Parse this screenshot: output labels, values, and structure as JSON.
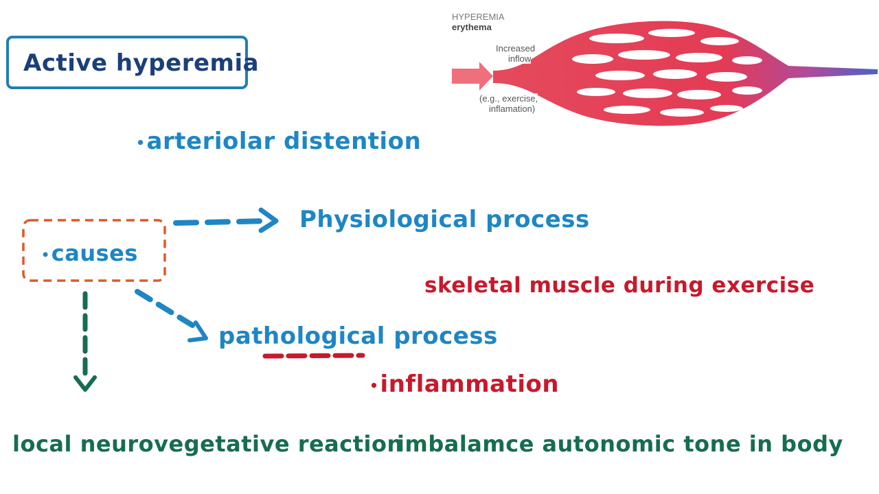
{
  "title": "Active hyperemia",
  "points": {
    "arteriolar": "arteriolar distention",
    "causes": "causes",
    "physiological": "Physiological process",
    "skeletal": "skeletal muscle during exercise",
    "pathological": "pathological process",
    "inflammation": "inflammation",
    "neuro": "local neurovegetative reaction",
    "imbalance": "imbalamce autonomic tone in body"
  },
  "figure": {
    "heading": "HYPEREMIA",
    "subheading": "erythema",
    "increased": "Increased",
    "inflow": "inflow",
    "example": "(e.g., exercise,",
    "example2": "inflamation)"
  },
  "colors": {
    "blue": "#1e86c4",
    "red": "#c8192b",
    "green": "#176d4d",
    "orange": "#e0582a",
    "title_border": "#1f7fb0"
  }
}
